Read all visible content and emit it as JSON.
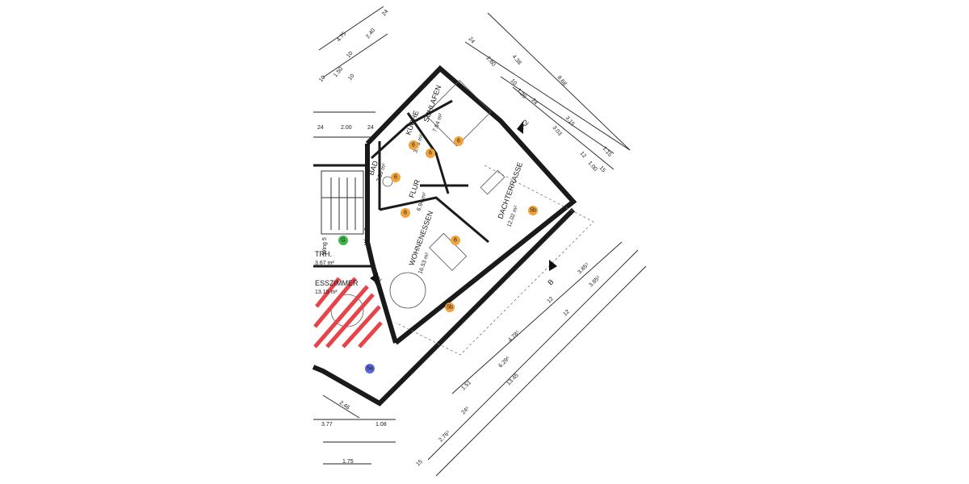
{
  "rooms": {
    "kueche": {
      "name": "KÜCHE",
      "area": "3.78 m²"
    },
    "schlafen": {
      "name": "SCHLAFEN",
      "area": "7.64 m²"
    },
    "bad": {
      "name": "BAD",
      "area": "2.50 m²"
    },
    "flur": {
      "name": "FLUR",
      "area": "6.94 m²"
    },
    "dachterrasse": {
      "name": "DACHTERRASSE",
      "area": "12.02 m²"
    },
    "wohnen": {
      "name": "WOHNENESSEN",
      "area": "16.53 m²"
    },
    "trh": {
      "name": "TRH.",
      "area": "3.67 m²"
    },
    "esszimmer": {
      "name": "ESSZIMMER",
      "area": "13.10 m²"
    }
  },
  "labels": {
    "wing5": "Wing 5",
    "wing6": "Wing 6",
    "a2_top": "A2",
    "a2_bottom": "A2",
    "b": "B"
  },
  "badges": {
    "six": "6",
    "five_b": "5b",
    "five_a": "5a",
    "g": "G",
    "colors": {
      "orange": "#f0a23c",
      "green": "#3fb84a",
      "blue": "#5a67d8"
    }
  },
  "dims": {
    "top_left": [
      "4.75",
      "24",
      "2.40",
      "10",
      "1.50",
      "10",
      "10"
    ],
    "left_mid": [
      "24",
      "2.00",
      "24"
    ],
    "top_right": [
      "24",
      "2.60",
      "4.38",
      "10",
      "1.20",
      "24",
      "8.68",
      "3.15",
      "3.03",
      "12",
      "1.00",
      "15",
      "1.15"
    ],
    "right_bottom": [
      "3.85⁵",
      "12",
      "3.85⁵",
      "12",
      "4.78⁵",
      "6.29⁵",
      "13.45",
      "1.51",
      "24⁵",
      "2.76⁵",
      "15"
    ],
    "bottom_left": [
      "2.46",
      "3.77",
      "1.08",
      "1.75"
    ]
  }
}
